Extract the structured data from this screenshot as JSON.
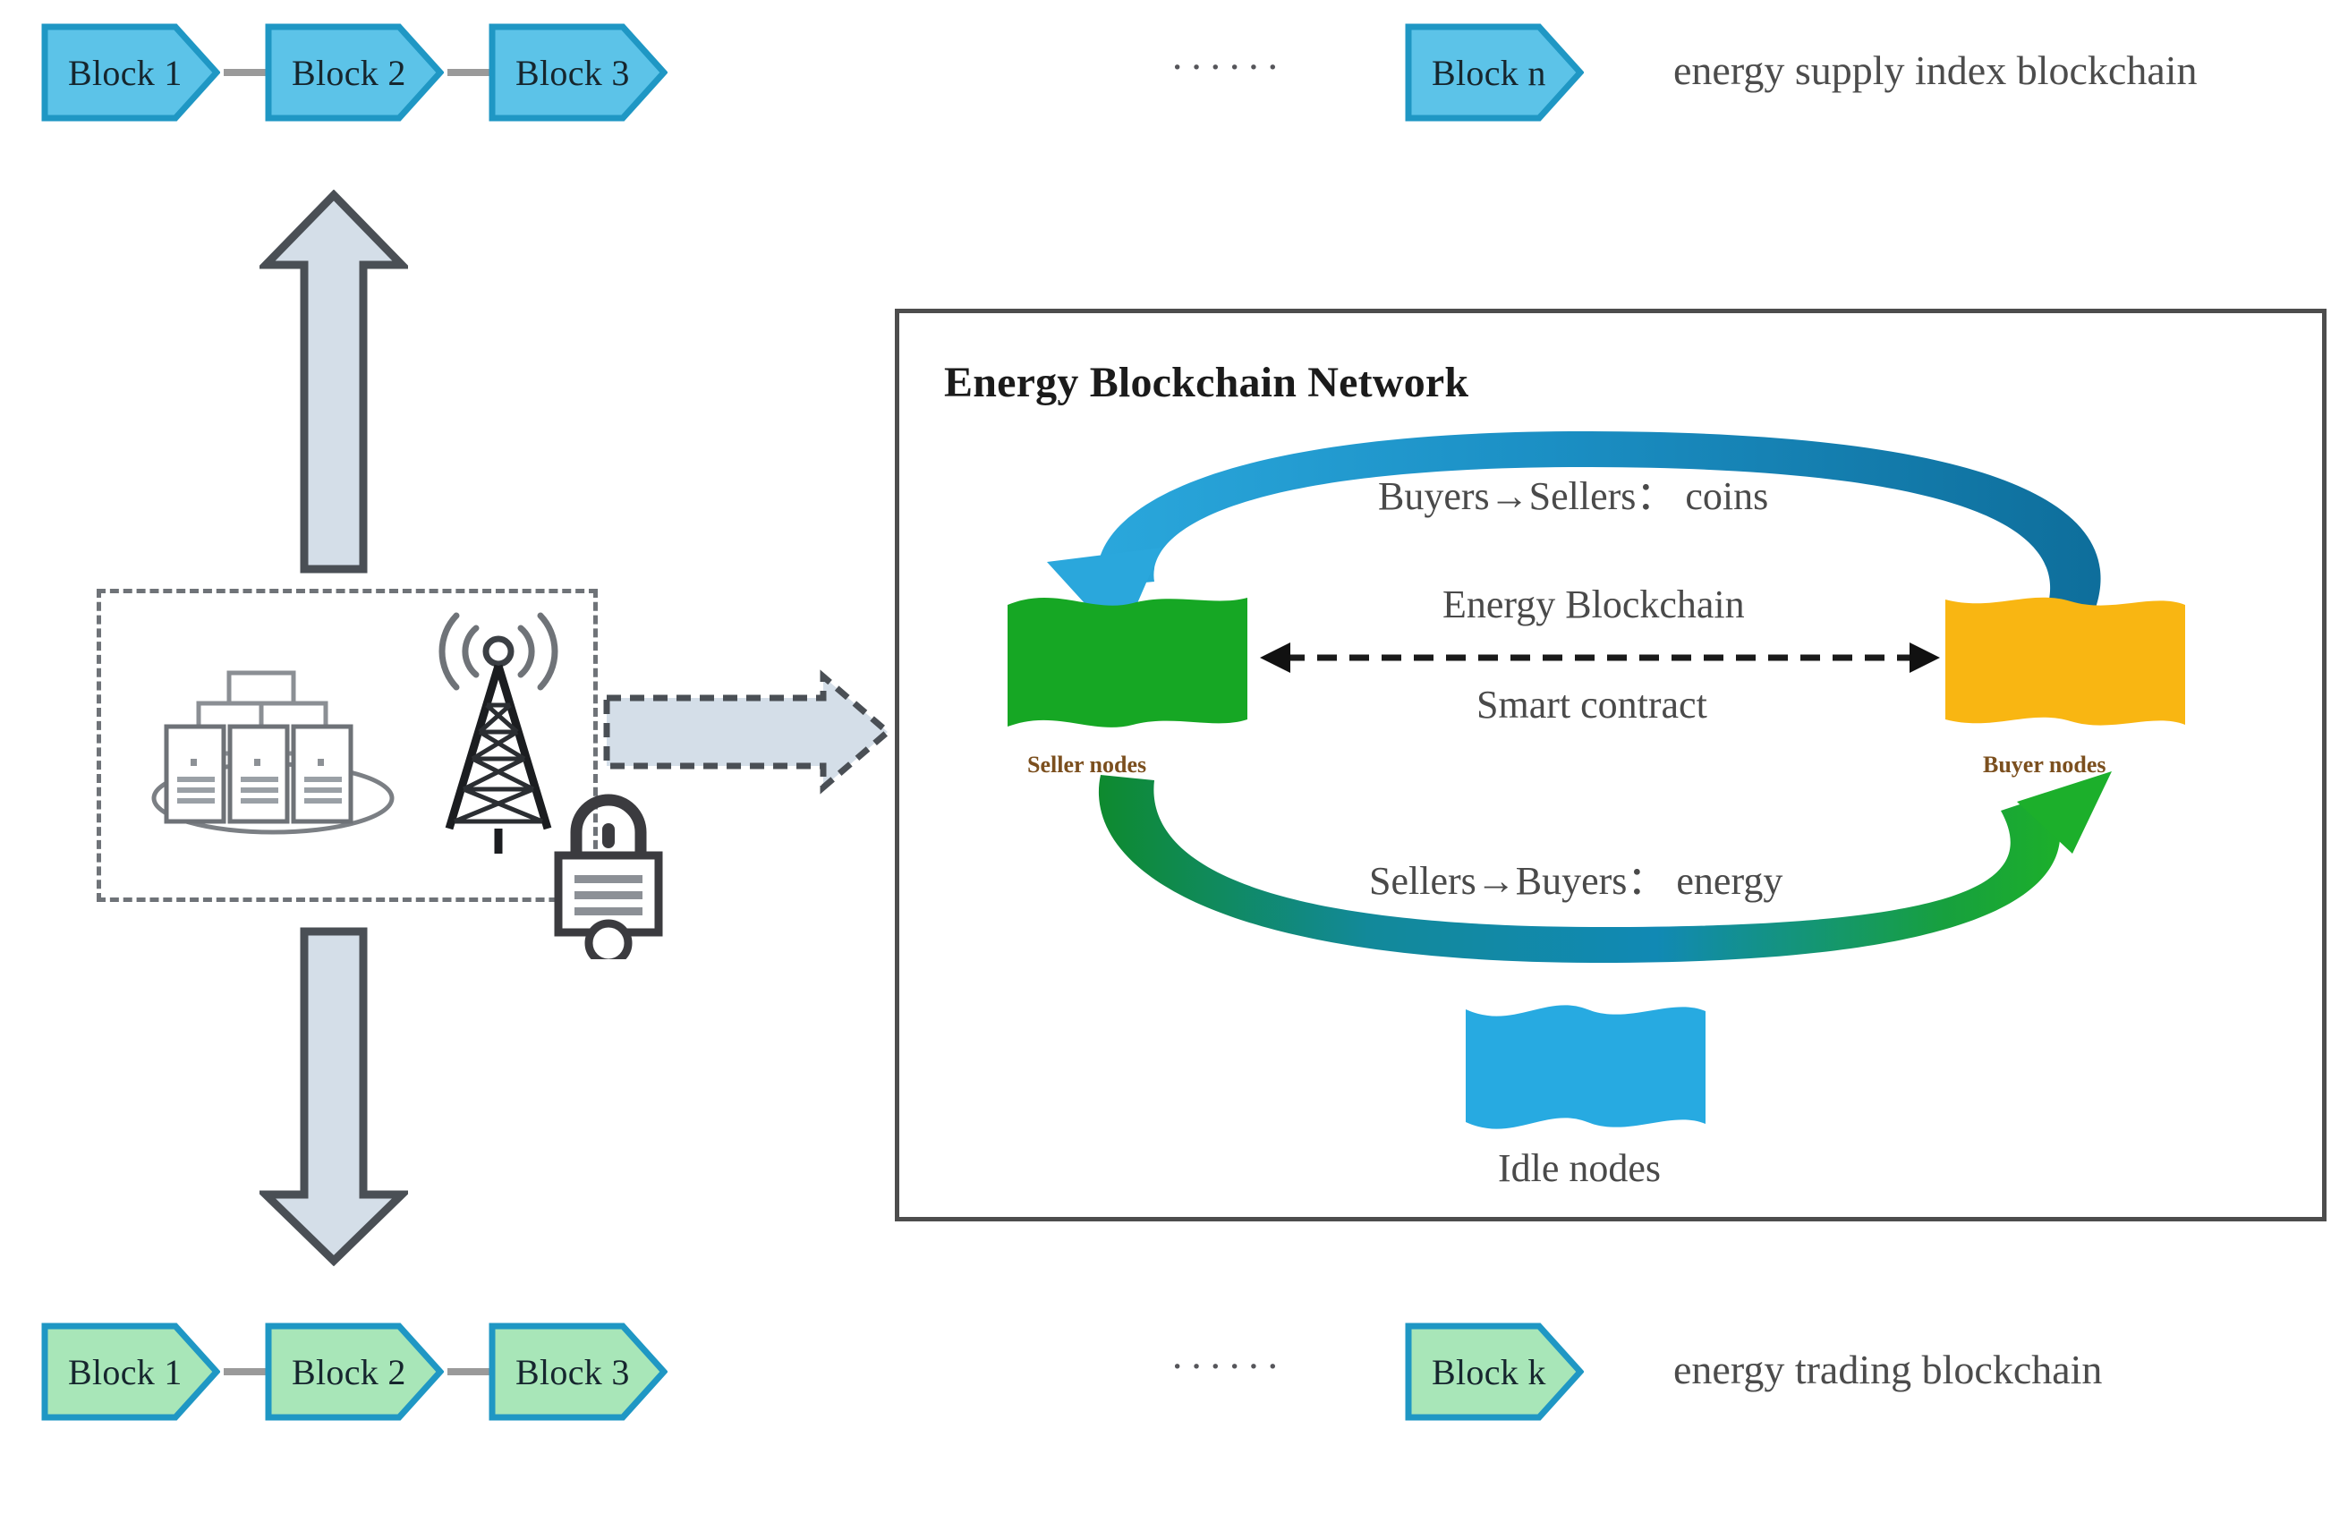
{
  "diagram": {
    "title_supply_chain": "energy supply index blockchain",
    "title_trading_chain": "energy trading blockchain",
    "ellipsis": "······"
  },
  "supply_chain": {
    "label": "energy supply index blockchain",
    "fill": "#5CC3E8",
    "stroke": "#1f97c4",
    "blocks": [
      {
        "label": "Block 1"
      },
      {
        "label": "Block 2"
      },
      {
        "label": "Block 3"
      },
      {
        "label": "Block n"
      }
    ],
    "ellipsis": "······"
  },
  "trading_chain": {
    "label": "energy trading blockchain",
    "fill": "#A8E6B8",
    "stroke": "#1f97c4",
    "blocks": [
      {
        "label": "Block 1"
      },
      {
        "label": "Block 2"
      },
      {
        "label": "Block 3"
      },
      {
        "label": "Block k"
      }
    ],
    "ellipsis": "······"
  },
  "network_panel": {
    "title": "Energy Blockchain Network",
    "top_flow_label": "Buyers→Sellers： coins",
    "bottom_flow_label": "Sellers→Buyers： energy",
    "middle_label_top": "Energy Blockchain",
    "middle_label_bottom": "Smart contract",
    "seller_nodes_label": "Seller nodes",
    "buyer_nodes_label": "Buyer nodes",
    "idle_nodes_label": "Idle nodes",
    "colors": {
      "seller": "#16A724",
      "buyer": "#F9B612",
      "idle": "#27AAE1",
      "coin_arc": "#1380B0",
      "energy_arc": "#16A724",
      "panel_border": "#4d4d4d"
    }
  },
  "device_group": {
    "icons": [
      {
        "name": "server-racks-icon"
      },
      {
        "name": "radio-tower-icon"
      },
      {
        "name": "padlock-icon"
      }
    ]
  },
  "connectors": {
    "up_arrow": "up-arrow",
    "down_arrow": "down-arrow",
    "right_arrow": "right-arrow",
    "fill": "#D4DEE8",
    "stroke": "#4a4f55"
  }
}
